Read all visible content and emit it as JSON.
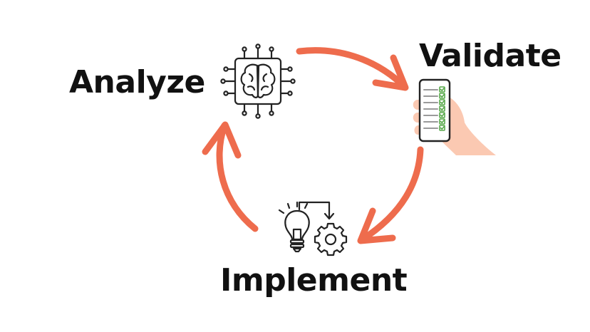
{
  "diagram": {
    "stages": [
      {
        "id": "analyze",
        "label": "Analyze",
        "icon": "brain-chip-icon"
      },
      {
        "id": "validate",
        "label": "Validate",
        "icon": "phone-checklist-icon"
      },
      {
        "id": "implement",
        "label": "Implement",
        "icon": "lightbulb-gear-icon"
      }
    ],
    "flow": [
      "analyze",
      "validate",
      "implement",
      "analyze"
    ],
    "colors": {
      "arrow": "#EE6C4D",
      "text": "#111111",
      "icon_stroke": "#222222",
      "hand": "#FBC9B2",
      "check": "#58A94B"
    }
  }
}
